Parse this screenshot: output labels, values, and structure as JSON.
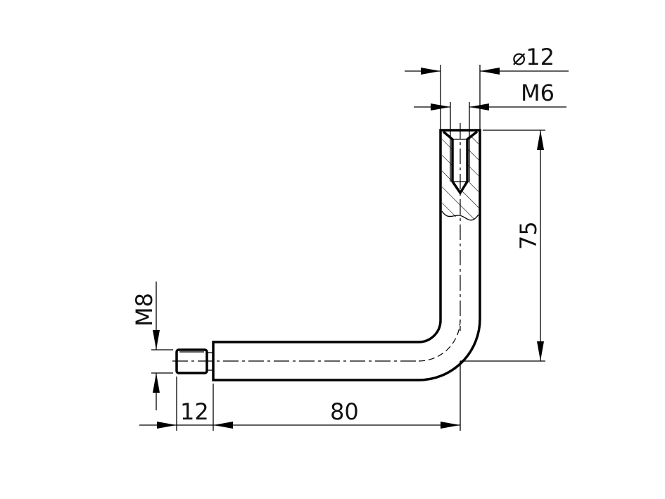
{
  "drawing": {
    "dimensions": {
      "diameter": "⌀12",
      "top_thread": "M6",
      "height": "75",
      "side_thread": "M8",
      "stub_length": "12",
      "arm_length": "80"
    },
    "line_color": "#000000",
    "background": "#ffffff"
  }
}
